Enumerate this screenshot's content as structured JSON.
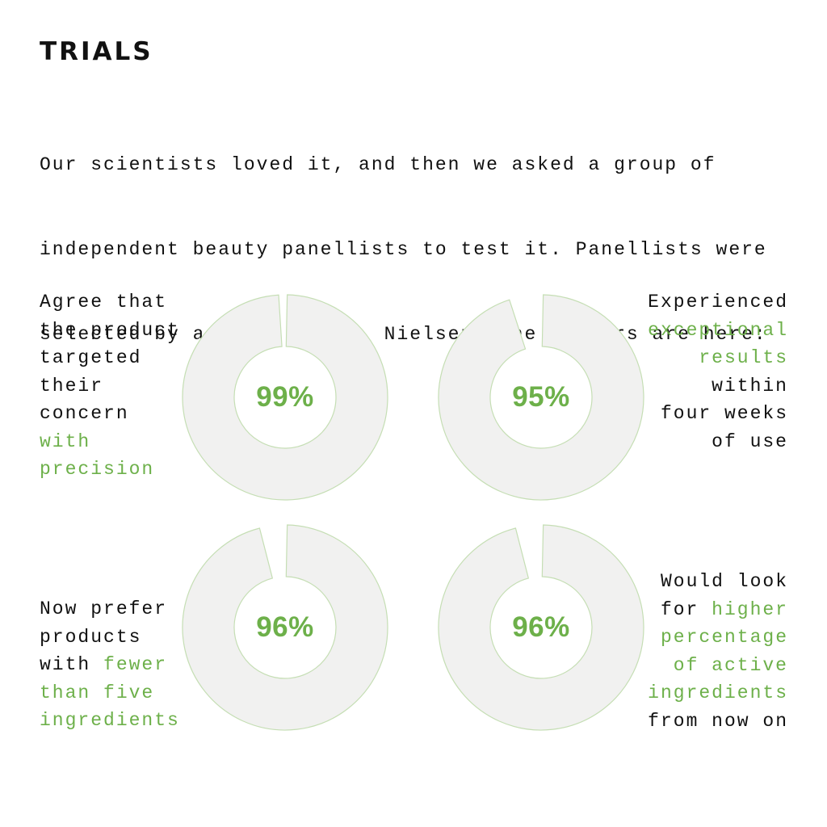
{
  "title": "TRIALS",
  "intro_lines": [
    "Our scientists loved it, and then we asked a group of",
    "independent beauty panellists to test it. Panellists were",
    "selected by a third party, Nielsen. The numbers are here:"
  ],
  "accent_color": "#6db04a",
  "ring_fill_color": "#f1f1f0",
  "ring_stroke_color": "#c5deb4",
  "stats": [
    {
      "percent_label": "99%",
      "value": 99,
      "align": "left",
      "lines": [
        [
          {
            "t": "Agree that",
            "hl": false
          }
        ],
        [
          {
            "t": "the product",
            "hl": false
          }
        ],
        [
          {
            "t": "targeted",
            "hl": false
          }
        ],
        [
          {
            "t": "their",
            "hl": false
          }
        ],
        [
          {
            "t": "concern",
            "hl": false
          }
        ],
        [
          {
            "t": "with",
            "hl": true
          }
        ],
        [
          {
            "t": "precision",
            "hl": true
          }
        ]
      ]
    },
    {
      "percent_label": "95%",
      "value": 95,
      "align": "right",
      "lines": [
        [
          {
            "t": "Experienced",
            "hl": false
          }
        ],
        [
          {
            "t": "exceptional",
            "hl": true
          }
        ],
        [
          {
            "t": "results",
            "hl": true
          }
        ],
        [
          {
            "t": "within",
            "hl": false
          }
        ],
        [
          {
            "t": "four weeks",
            "hl": false
          }
        ],
        [
          {
            "t": "of use",
            "hl": false
          }
        ]
      ]
    },
    {
      "percent_label": "96%",
      "value": 96,
      "align": "left",
      "lines": [
        [
          {
            "t": "Now prefer",
            "hl": false
          }
        ],
        [
          {
            "t": "products",
            "hl": false
          }
        ],
        [
          {
            "t": "with ",
            "hl": false
          },
          {
            "t": "fewer",
            "hl": true
          }
        ],
        [
          {
            "t": "than five",
            "hl": true
          }
        ],
        [
          {
            "t": "ingredients",
            "hl": true
          }
        ]
      ]
    },
    {
      "percent_label": "96%",
      "value": 96,
      "align": "right",
      "lines": [
        [
          {
            "t": "Would look",
            "hl": false
          }
        ],
        [
          {
            "t": "for ",
            "hl": false
          },
          {
            "t": "higher",
            "hl": true
          }
        ],
        [
          {
            "t": "percentage",
            "hl": true
          }
        ],
        [
          {
            "t": "of active",
            "hl": true
          }
        ],
        [
          {
            "t": "ingredients",
            "hl": true
          }
        ],
        [
          {
            "t": "from now on",
            "hl": false
          }
        ]
      ]
    }
  ]
}
